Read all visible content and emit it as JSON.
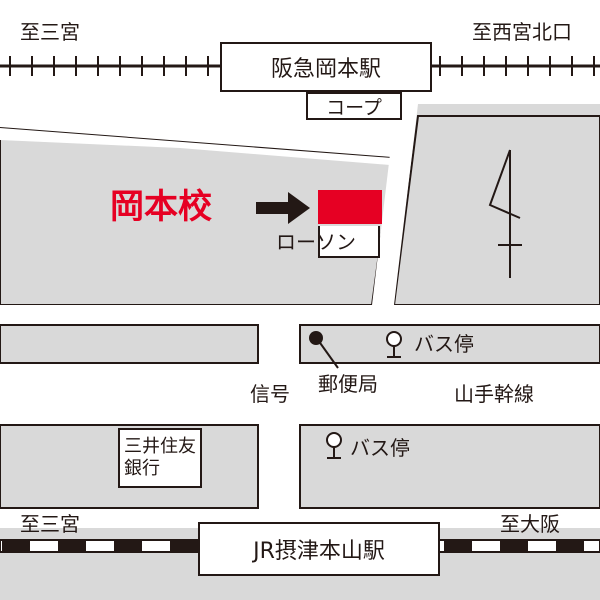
{
  "colors": {
    "background": "#ffffff",
    "road_gray": "#d9d9d9",
    "ink": "#231815",
    "accent_red": "#e60023"
  },
  "labels": {
    "to_sannomiya_top": "至三宮",
    "to_nishinomiya_kitaguchi": "至西宮北口",
    "hankyu_okamoto_station": "阪急岡本駅",
    "coop": "コープ",
    "school": "岡本校",
    "lawson": "ローソン",
    "bus_stop_north": "バス停",
    "post_office": "郵便局",
    "signal": "信号",
    "yamate_line": "山手幹線",
    "mitsui_sumitomo_bank": "三井住友\n銀行",
    "bus_stop_south": "バス停",
    "to_sannomiya_bottom": "至三宮",
    "to_osaka": "至大阪",
    "jr_settsu_motoyama_station": "JR摂津本山駅"
  },
  "icons": {
    "north_arrow": "north-arrow-icon",
    "arrow_to_school": "right-arrow-icon",
    "bus_stop": "bus-stop-icon",
    "post_office_marker": "post-office-marker-icon"
  }
}
